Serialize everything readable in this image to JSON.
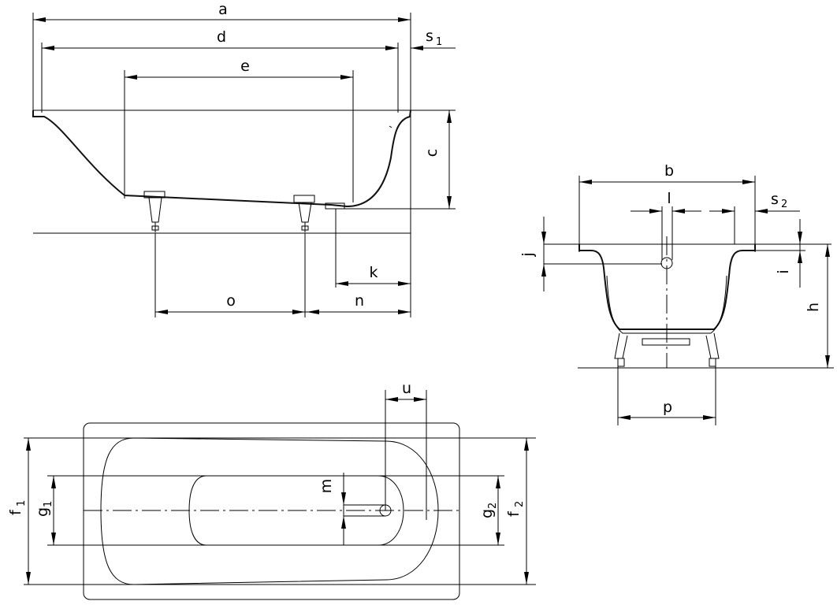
{
  "labels": {
    "a": "a",
    "d": "d",
    "e": "e",
    "c": "c",
    "k": "k",
    "o": "o",
    "n": "n",
    "s1": "s",
    "s1_sub": "1",
    "b": "b",
    "l": "l",
    "s2": "s",
    "s2_sub": "2",
    "j": "j",
    "i": "i",
    "h": "h",
    "p": "p",
    "u": "u",
    "m": "m",
    "f1": "f",
    "f1_sub": "1",
    "g1": "g",
    "g1_sub": "1",
    "g2": "g",
    "g2_sub": "2",
    "f2": "f",
    "f2_sub": "2"
  },
  "colors": {
    "line": "#000000",
    "background": "#ffffff"
  }
}
